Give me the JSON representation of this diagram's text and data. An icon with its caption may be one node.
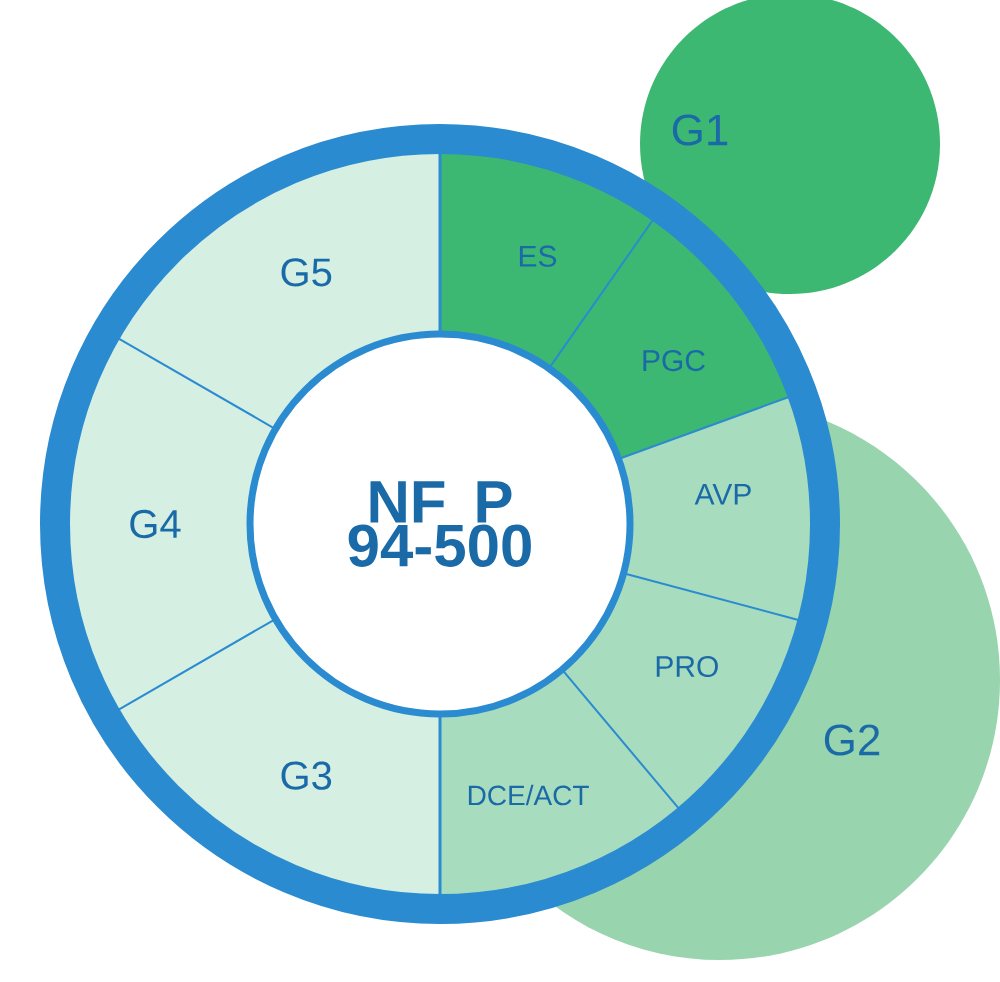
{
  "diagram": {
    "nodes": [
      {
        "text": [
          "G1"
        ]
      },
      {
        "text": [
          "G2"
        ]
      },
      {
        "text": [
          "NF P 94-500"
        ]
      },
      {
        "text": [
          "ES"
        ]
      },
      {
        "text": [
          "PGC"
        ]
      },
      {
        "text": [
          "AVP"
        ],
        "in": 1
      },
      {
        "text": [
          "PRO"
        ],
        "in": 1
      },
      {
        "text": [
          "DCE/ACT"
        ],
        "in": 1
      },
      {
        "text": [
          "G3"
        ]
      },
      {
        "text": [
          "G4"
        ]
      },
      {
        "text": [
          "G5"
        ]
      }
    ]
  }
}
